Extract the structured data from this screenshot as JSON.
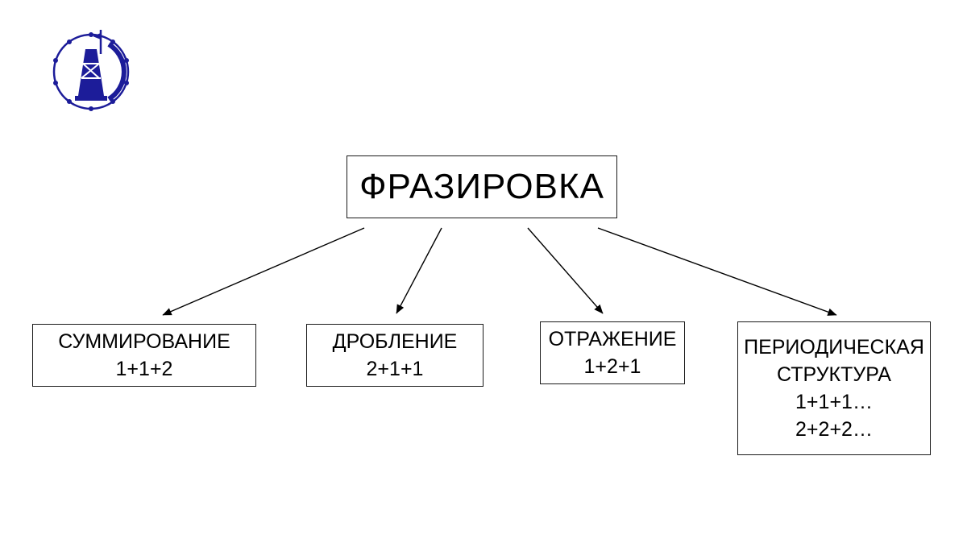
{
  "page": {
    "background_color": "#ffffff"
  },
  "logo": {
    "description": "circular institute emblem with derrick tower",
    "color": "#1c1c99"
  },
  "diagram": {
    "root": {
      "label": "ФРАЗИРОВКА"
    },
    "children": [
      {
        "id": "summation",
        "lines": [
          "СУММИРОВАНИЕ",
          "1+1+2"
        ]
      },
      {
        "id": "fragmentation",
        "lines": [
          "ДРОБЛЕНИЕ",
          "2+1+1"
        ]
      },
      {
        "id": "reflection",
        "lines": [
          "ОТРАЖЕНИЕ",
          "1+2+1"
        ]
      },
      {
        "id": "periodic-structure",
        "lines": [
          "ПЕРИОДИЧЕСКАЯ",
          "СТРУКТУРА",
          "1+1+1…",
          "2+2+2…"
        ]
      }
    ]
  }
}
